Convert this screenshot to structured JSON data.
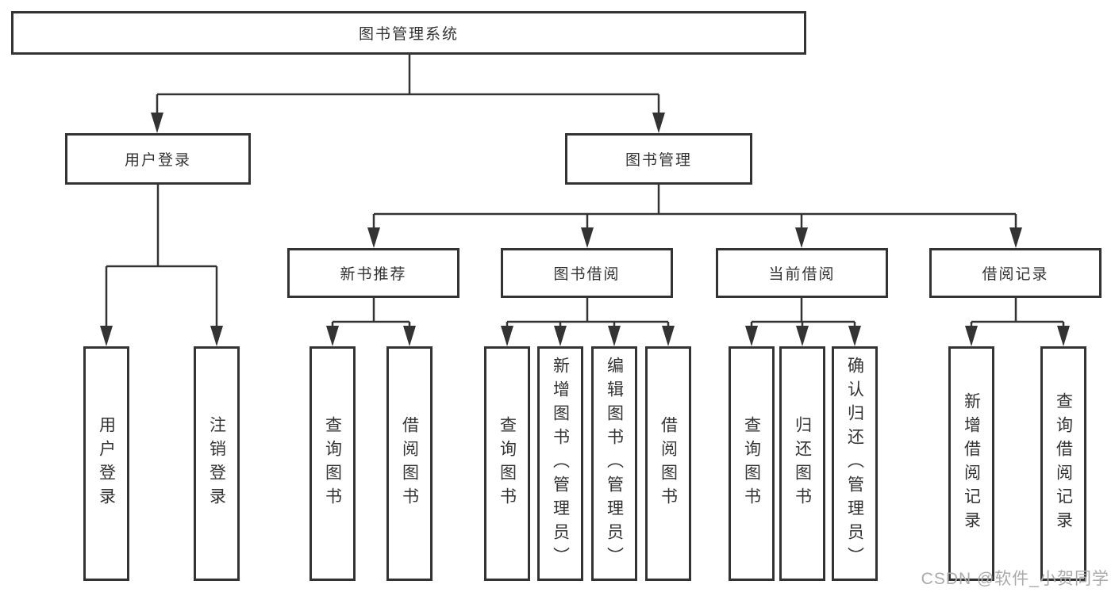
{
  "colors": {
    "line": "#333333",
    "box_border": "#333333",
    "background": "#ffffff",
    "watermark": "#aaaaaa"
  },
  "watermark": {
    "text": "CSDN @软件_小贺同学"
  },
  "tree": {
    "label": "图书管理系统",
    "children": [
      {
        "label": "用户登录",
        "children": [
          {
            "label": "用户登录"
          },
          {
            "label": "注销登录"
          }
        ]
      },
      {
        "label": "图书管理",
        "children": [
          {
            "label": "新书推荐",
            "children": [
              {
                "label": "查询图书"
              },
              {
                "label": "借阅图书"
              }
            ]
          },
          {
            "label": "图书借阅",
            "children": [
              {
                "label": "查询图书"
              },
              {
                "label": "新增图书（管理员）"
              },
              {
                "label": "编辑图书（管理员）"
              },
              {
                "label": "借阅图书"
              }
            ]
          },
          {
            "label": "当前借阅",
            "children": [
              {
                "label": "查询图书"
              },
              {
                "label": "归还图书"
              },
              {
                "label": "确认归还（管理员）"
              }
            ]
          },
          {
            "label": "借阅记录",
            "children": [
              {
                "label": "新增借阅记录"
              },
              {
                "label": "查询借阅记录"
              }
            ]
          }
        ]
      }
    ]
  }
}
